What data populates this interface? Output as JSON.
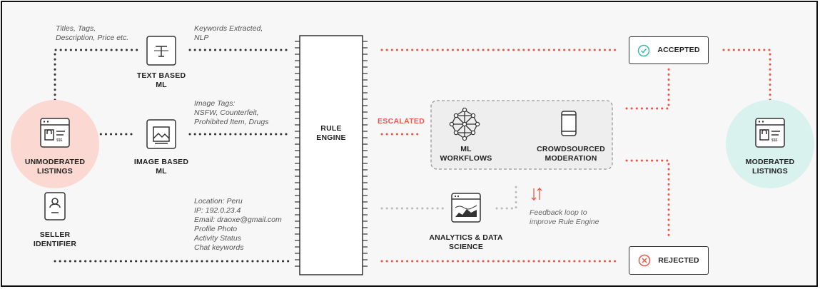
{
  "nodes": {
    "unmoderated": "UNMODERATED\nLISTINGS",
    "seller": "SELLER\nIDENTIFIER",
    "text_ml": "TEXT BASED\nML",
    "image_ml": "IMAGE BASED\nML",
    "rule_engine": "RULE\nENGINE",
    "ml_workflows": "ML\nWORKFLOWS",
    "crowdsourced": "CROWDSOURCED\nMODERATION",
    "analytics": "ANALYTICS & DATA\nSCIENCE",
    "accepted": "ACCEPTED",
    "rejected": "REJECTED",
    "moderated": "MODERATED\nLISTINGS"
  },
  "annotations": {
    "text_inputs": "Titles, Tags,\nDescription, Price etc.",
    "text_outputs": "Keywords Extracted,\nNLP",
    "image_outputs": "Image Tags:\nNSFW, Counterfeit,\nProhibited Item, Drugs",
    "seller_outputs": "Location: Peru\nIP: 192.0.23.4\nEmail: draoxe@gmail.com\nProfile Photo\nActivity Status\nChat keywords",
    "escalated": "ESCALATED",
    "feedback": "Feedback loop to\nimprove Rule Engine"
  },
  "icons": {
    "listing": "browser-listing-icon",
    "text": "text-format-icon",
    "image": "image-icon",
    "id_card": "id-card-icon",
    "network": "neural-network-icon",
    "phone": "mobile-phone-icon",
    "analytics": "analytics-window-icon",
    "check": "check-circle-icon",
    "cross": "x-circle-icon",
    "refresh": "refresh-arrows-icon"
  },
  "colors": {
    "accent_red": "#e8584a",
    "pink_circle": "#fbd9d2",
    "teal_circle": "#d9f2ee",
    "check_teal": "#3fb8a6",
    "dotted_dark": "#333333",
    "dotted_grey": "#bbbbbb"
  }
}
